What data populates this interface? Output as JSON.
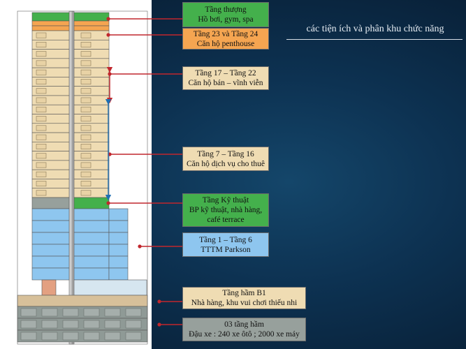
{
  "title": "các tiện ích và phân khu chức năng",
  "colors": {
    "green": "#44b04c",
    "orange": "#f5a551",
    "beige": "#efdcb3",
    "light_blue": "#8ec6ef",
    "gray": "#97a09c",
    "arrow_red": "#c1272d",
    "arrow_blue": "#1f6fb3"
  },
  "callouts": [
    {
      "line1": "Tầng thượng",
      "line2": "Hồ bơi, gym, spa",
      "line3": ""
    },
    {
      "line1": "Tầng 23 và Tầng 24",
      "line2": "Căn hộ penthouse",
      "line3": ""
    },
    {
      "line1": "Tầng 17 – Tầng 22",
      "line2": "Căn hộ bán – vĩnh viễn",
      "line3": ""
    },
    {
      "line1": "Tầng 7 – Tầng 16",
      "line2": "Căn hộ dịch vụ cho thuê",
      "line3": ""
    },
    {
      "line1": "Tầng Kỹ thuật",
      "line2": "BP kỹ thuật, nhà hàng,",
      "line3": "café terrace"
    },
    {
      "line1": "Tầng 1 – Tầng 6",
      "line2": "TTTM Parkson",
      "line3": ""
    },
    {
      "line1": "Tầng hầm B1",
      "line2": "Nhà hàng, khu vui chơi thiếu nhi",
      "line3": ""
    },
    {
      "line1": "03 tầng hầm",
      "line2": "Đậu xe : 240 xe ôtô ; 2000 xe máy",
      "line3": ""
    }
  ]
}
